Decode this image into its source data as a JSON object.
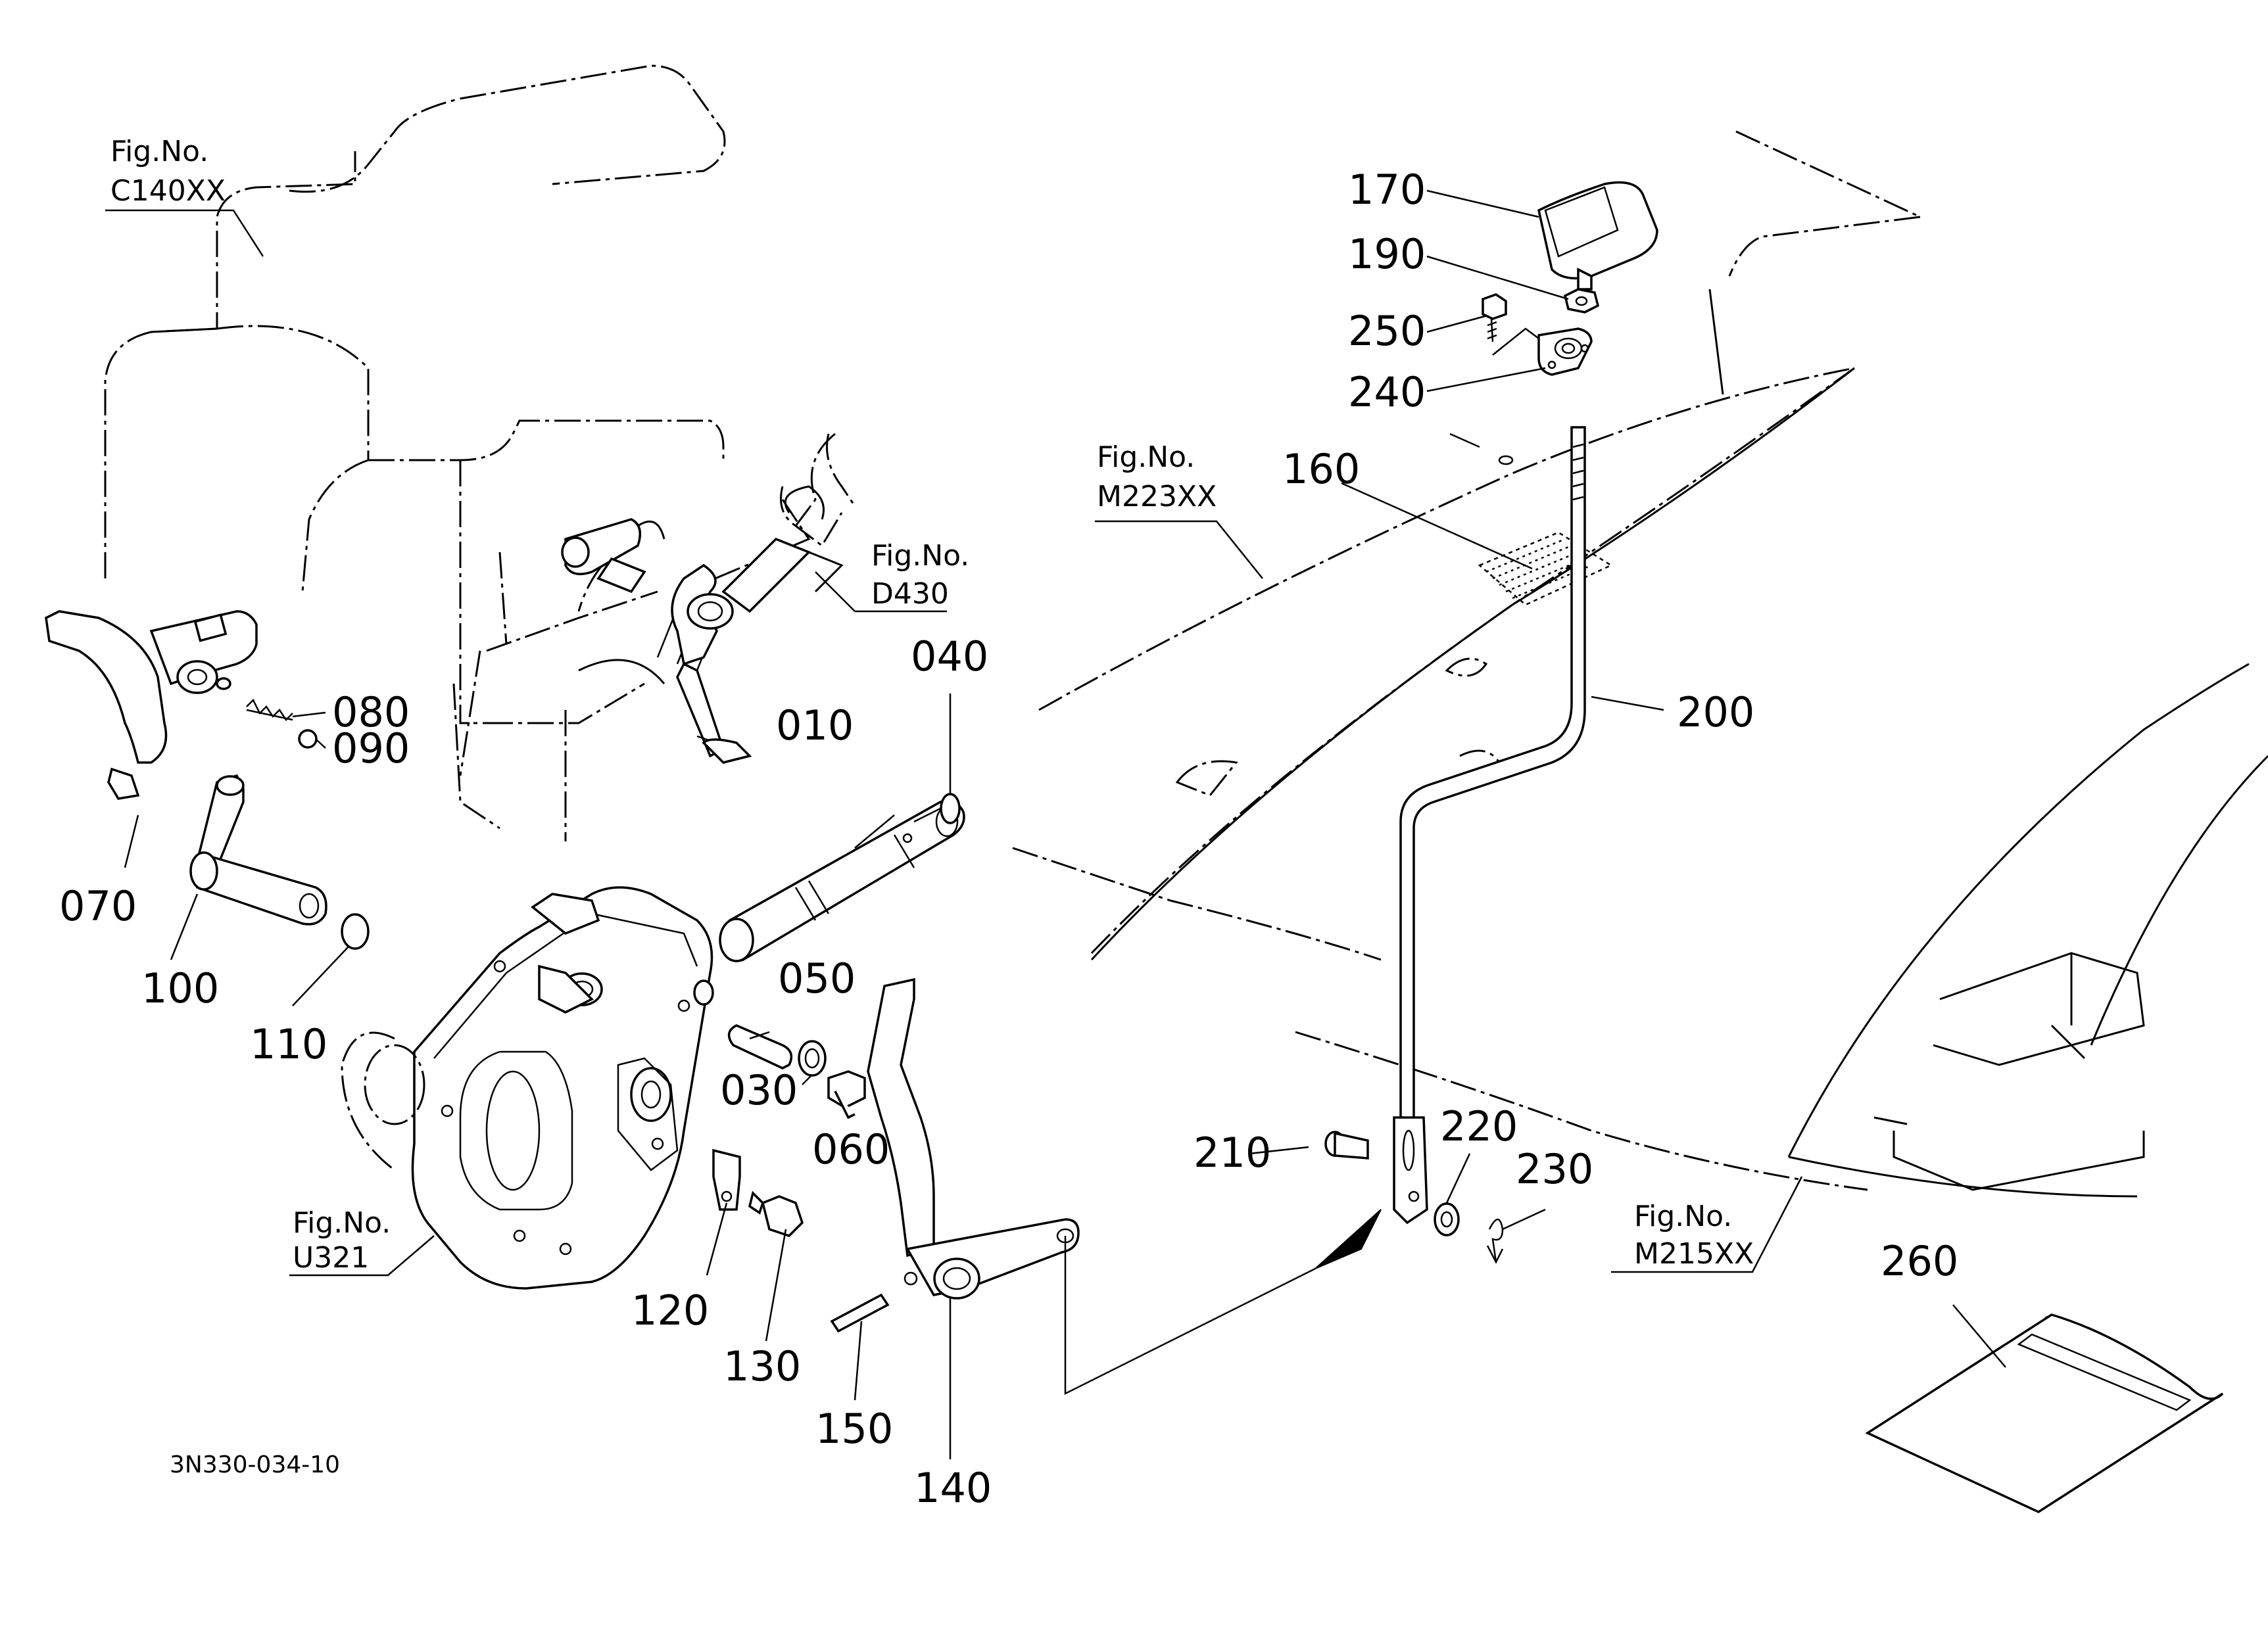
{
  "diagram": {
    "drawing_code": "3N330-034-10",
    "parts": [
      {
        "id": "p010",
        "label": "010"
      },
      {
        "id": "p030",
        "label": "030"
      },
      {
        "id": "p040",
        "label": "040"
      },
      {
        "id": "p050",
        "label": "050"
      },
      {
        "id": "p060",
        "label": "060"
      },
      {
        "id": "p070",
        "label": "070"
      },
      {
        "id": "p080",
        "label": "080"
      },
      {
        "id": "p090",
        "label": "090"
      },
      {
        "id": "p100",
        "label": "100"
      },
      {
        "id": "p110",
        "label": "110"
      },
      {
        "id": "p120",
        "label": "120"
      },
      {
        "id": "p130",
        "label": "130"
      },
      {
        "id": "p140",
        "label": "140"
      },
      {
        "id": "p150",
        "label": "150"
      },
      {
        "id": "p160",
        "label": "160"
      },
      {
        "id": "p170",
        "label": "170"
      },
      {
        "id": "p190",
        "label": "190"
      },
      {
        "id": "p200",
        "label": "200"
      },
      {
        "id": "p210",
        "label": "210"
      },
      {
        "id": "p220",
        "label": "220"
      },
      {
        "id": "p230",
        "label": "230"
      },
      {
        "id": "p240",
        "label": "240"
      },
      {
        "id": "p250",
        "label": "250"
      },
      {
        "id": "p260",
        "label": "260"
      }
    ],
    "figure_refs": [
      {
        "id": "c140",
        "title": "Fig.No.",
        "code": "C140XX"
      },
      {
        "id": "d430",
        "title": "Fig.No.",
        "code": "D430"
      },
      {
        "id": "m223",
        "title": "Fig.No.",
        "code": "M223XX"
      },
      {
        "id": "u321",
        "title": "Fig.No.",
        "code": "U321"
      },
      {
        "id": "m215",
        "title": "Fig.No.",
        "code": "M215XX"
      }
    ]
  }
}
